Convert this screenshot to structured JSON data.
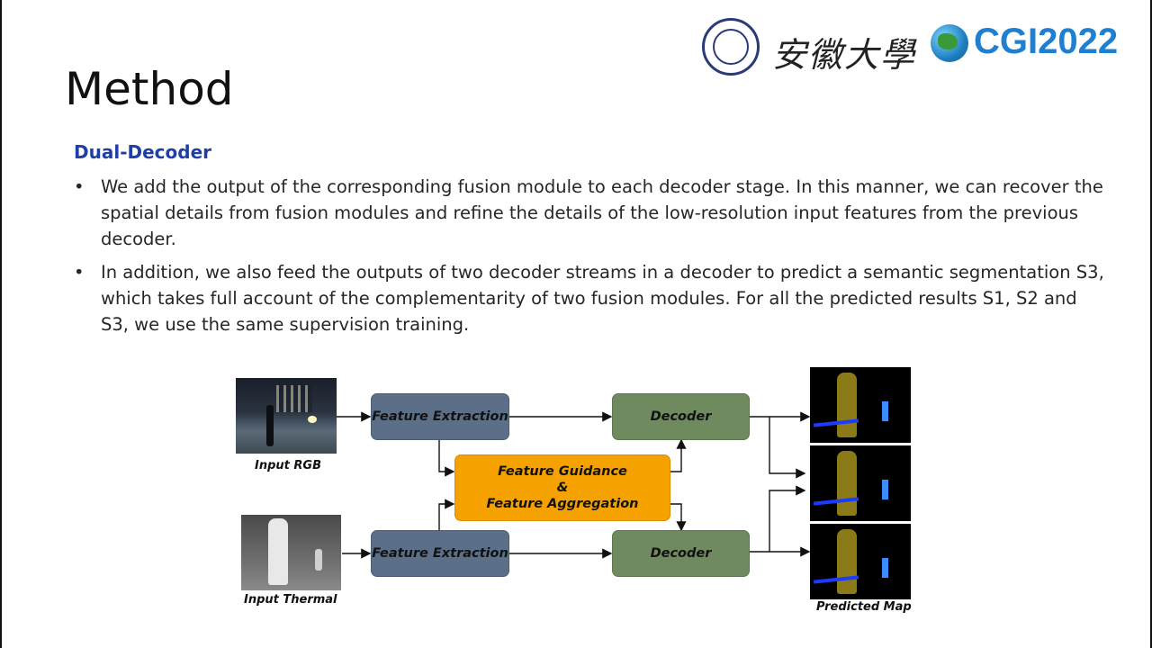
{
  "slide": {
    "title": "Method",
    "section_heading": "Dual-Decoder",
    "bullets": [
      "We add the output of the corresponding fusion module to each decoder stage. In this manner, we can recover the spatial details from fusion modules and refine the details of the low-resolution input features from the previous decoder.",
      "In addition, we also feed the outputs of two decoder streams in a decoder to predict a semantic segmentation S3, which takes full account of the complementarity of two fusion modules. For all the predicted results S1, S2 and S3, we use the same supervision training."
    ]
  },
  "logos": {
    "university_name": "安徽大學",
    "conference": "CGI2022"
  },
  "diagram": {
    "input_rgb_label": "Input RGB",
    "input_thermal_label": "Input Thermal",
    "feature_extraction_top": "Feature Extraction",
    "feature_extraction_bottom": "Feature Extraction",
    "decoder_top": "Decoder",
    "decoder_bottom": "Decoder",
    "fusion_line1": "Feature Guidance",
    "fusion_line2": "&",
    "fusion_line3": "Feature Aggregation",
    "predicted_label": "Predicted Map",
    "colors": {
      "feature_extraction": "#5b7088",
      "decoder": "#6e8a5e",
      "fusion": "#f5a100"
    }
  }
}
